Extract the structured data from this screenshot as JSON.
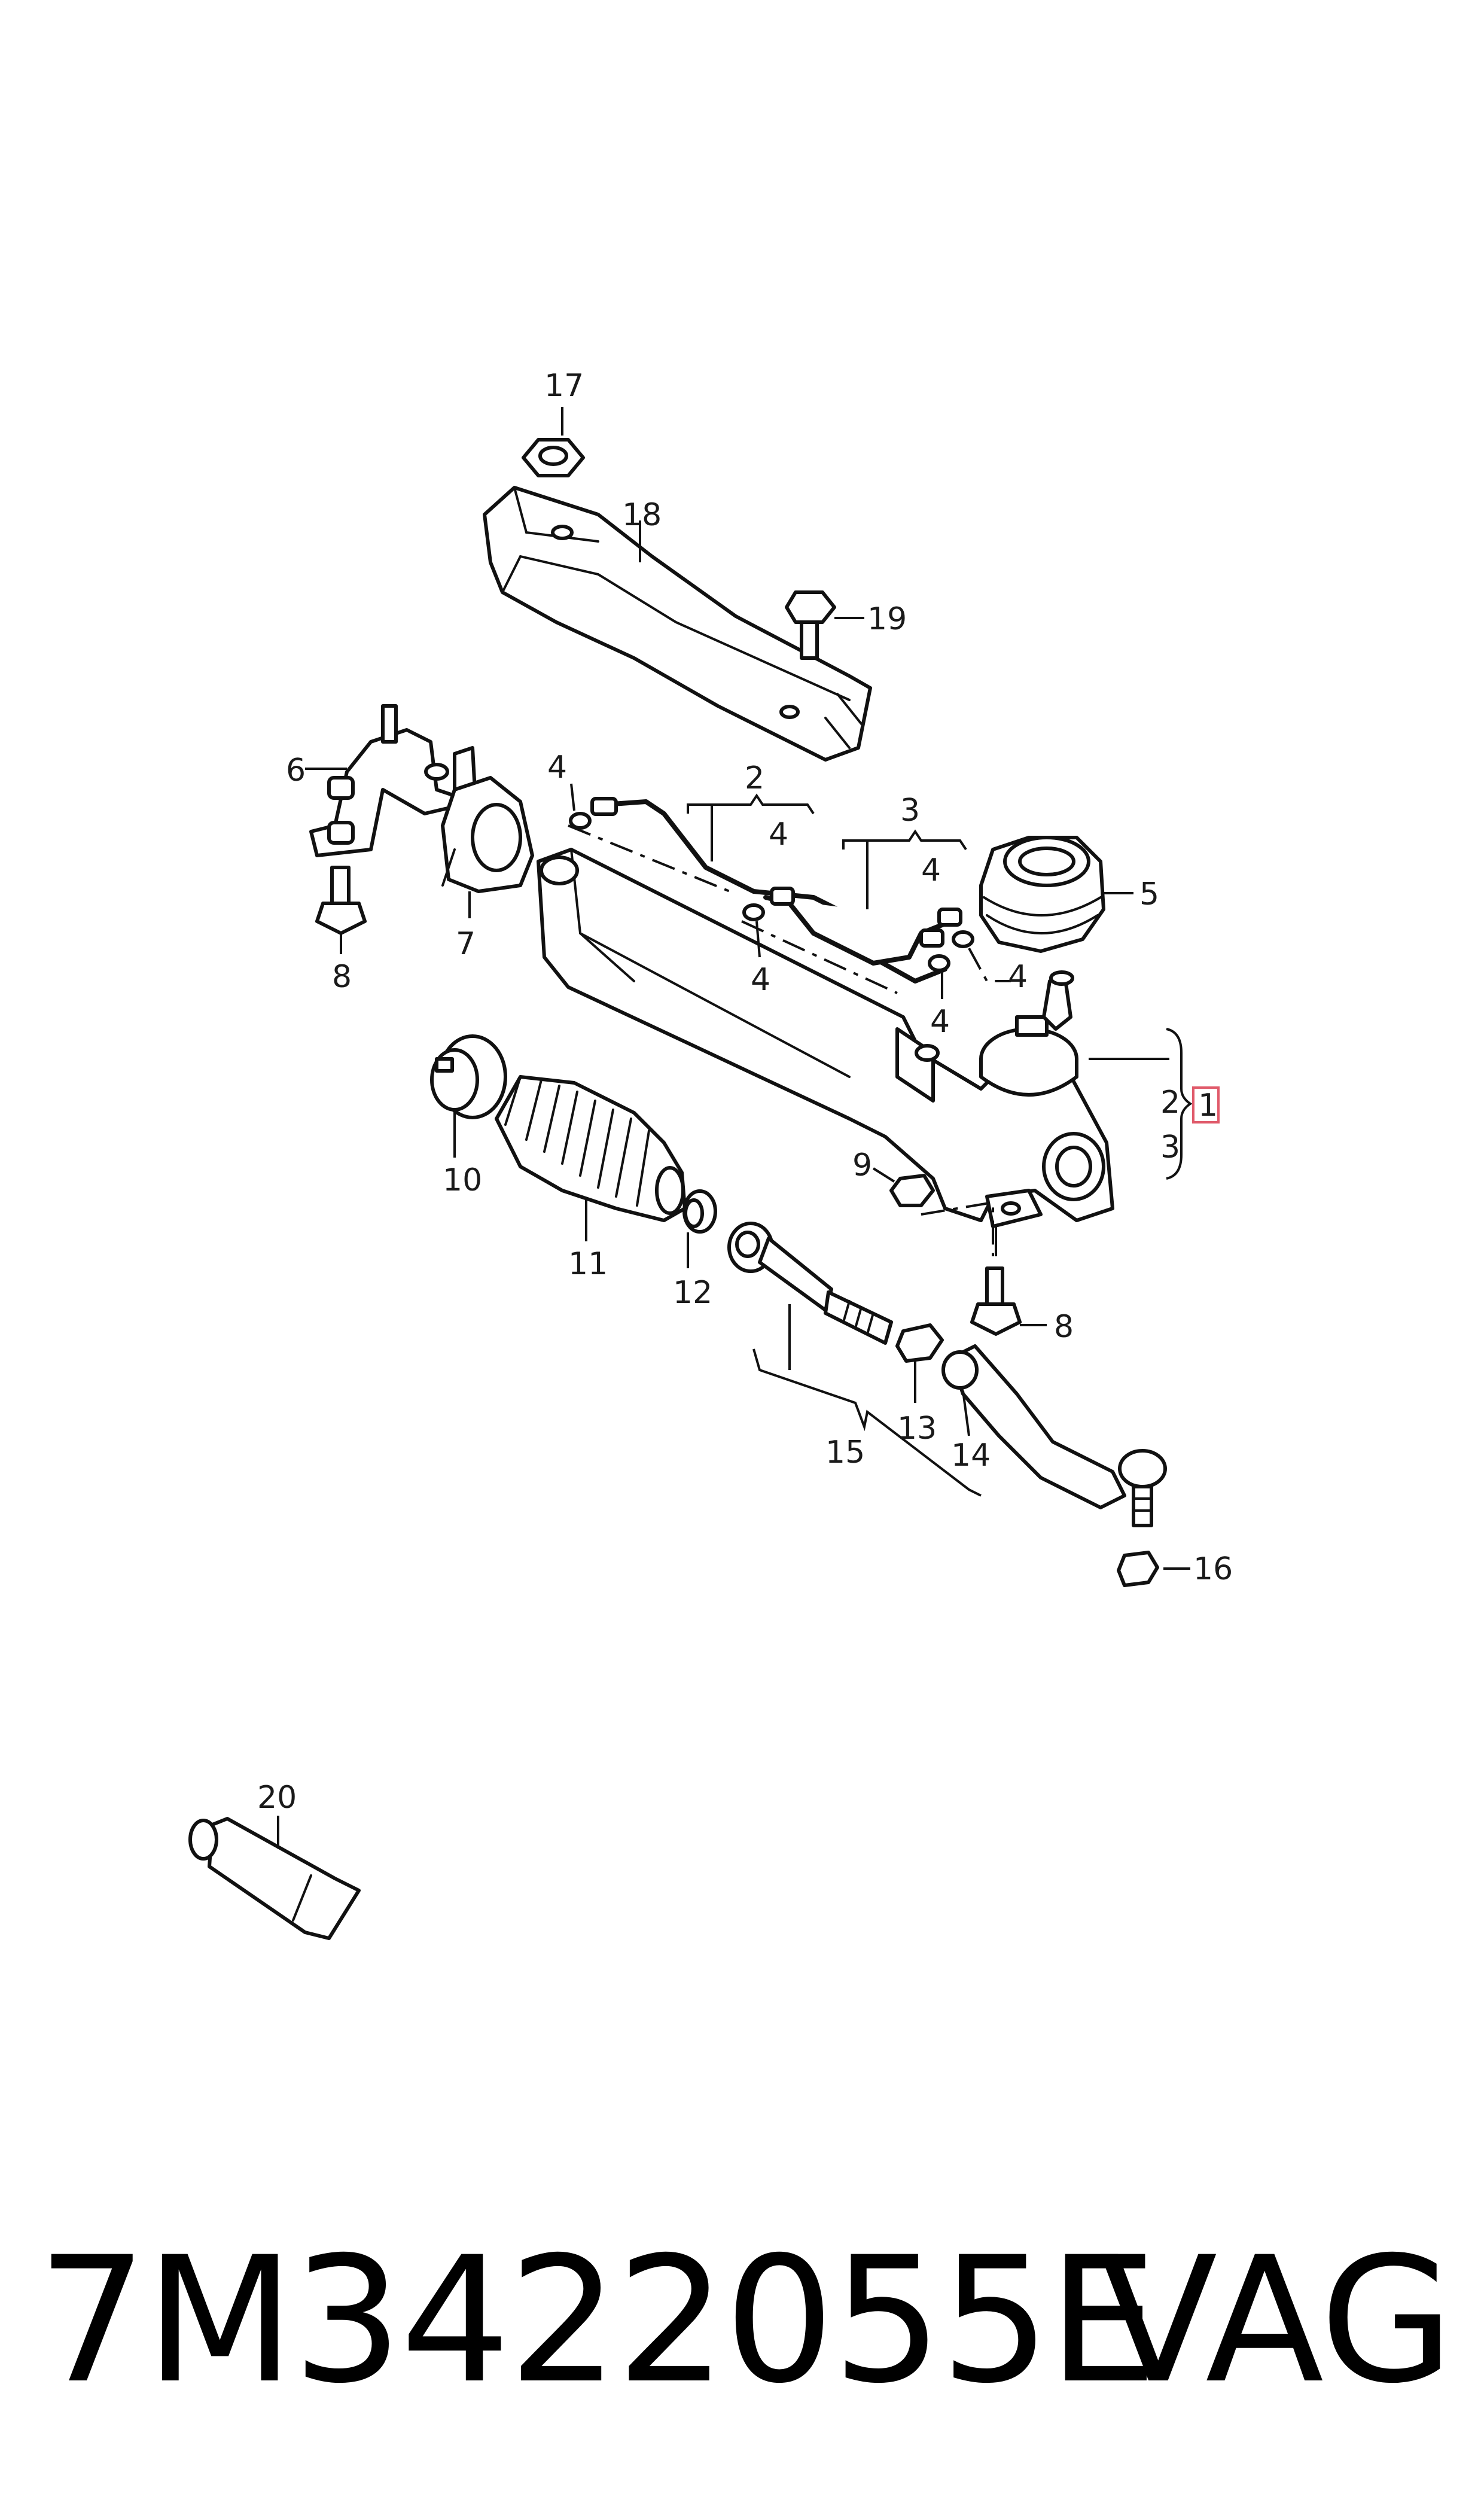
{
  "callouts": {
    "c1": "1",
    "c2a": "2",
    "c2b": "2",
    "c3a": "3",
    "c3b": "3",
    "c4a": "4",
    "c4b": "4",
    "c4c": "4",
    "c4d": "4",
    "c4e": "4",
    "c4f": "4",
    "c5": "5",
    "c6": "6",
    "c7": "7",
    "c8a": "8",
    "c8b": "8",
    "c9": "9",
    "c10": "10",
    "c11": "11",
    "c12": "12",
    "c13": "13",
    "c14": "14",
    "c15": "15",
    "c16": "16",
    "c17": "17",
    "c18": "18",
    "c19": "19",
    "c20": "20"
  },
  "footer": {
    "part_number": "7M3422055E",
    "brand": "VAG"
  },
  "colors": {
    "line": "#111111",
    "highlight": "#e05a6a",
    "background": "#ffffff"
  }
}
